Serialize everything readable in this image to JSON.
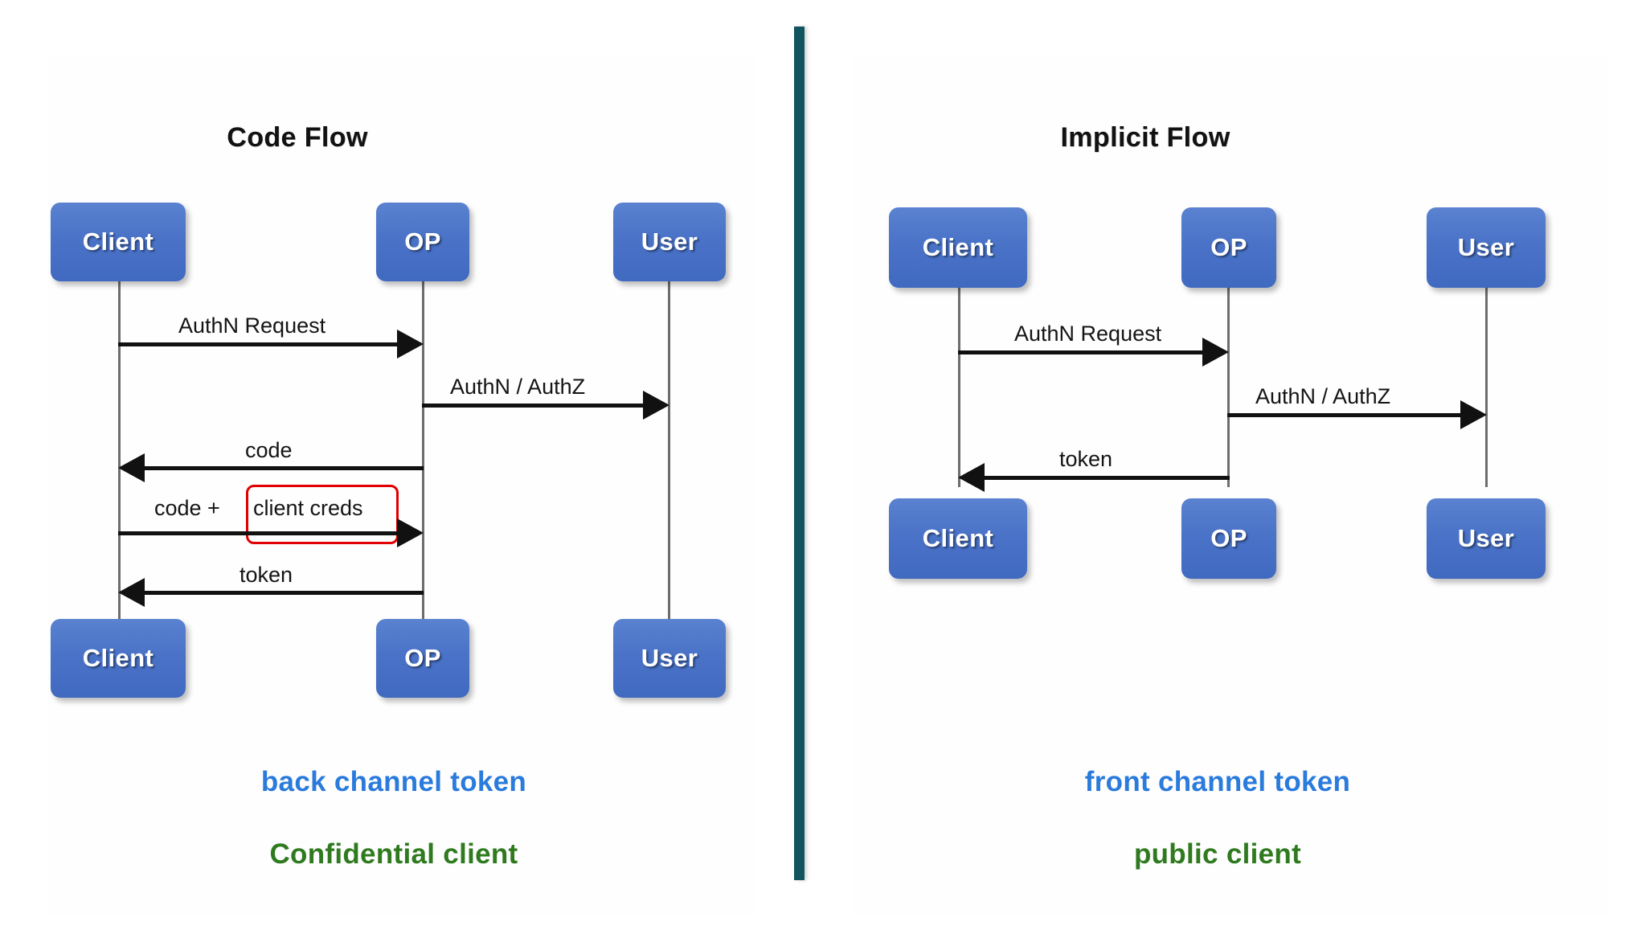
{
  "theme": {
    "background": "#ffffff",
    "divider_color": "#11545f",
    "actor_box_color": "#4a73c8",
    "actor_label_color": "#ffffff",
    "arrow_color": "#111111",
    "lifeline_color": "#6d6d6d",
    "highlight_color": "#e00000",
    "caption_blue": "#2a7bdc",
    "caption_green": "#2f7a1f"
  },
  "diagrams": [
    {
      "id": "code-flow",
      "title": "Code Flow",
      "actors_top": [
        "Client",
        "OP",
        "User"
      ],
      "actors_bottom": [
        "Client",
        "OP",
        "User"
      ],
      "messages": [
        {
          "label": "AuthN Request",
          "from": "Client",
          "to": "OP",
          "direction": "right"
        },
        {
          "label": "AuthN / AuthZ",
          "from": "OP",
          "to": "User",
          "direction": "right"
        },
        {
          "label": "code",
          "from": "OP",
          "to": "Client",
          "direction": "left"
        },
        {
          "label": "code + client creds",
          "from": "Client",
          "to": "OP",
          "direction": "right",
          "highlighted_part": "client creds"
        },
        {
          "label": "token",
          "from": "OP",
          "to": "Client",
          "direction": "left"
        }
      ],
      "message_label_parts": {
        "code_plus_creds_prefix": "code + ",
        "code_plus_creds_highlight": "client creds"
      },
      "captions": [
        {
          "text": "back channel token",
          "color": "blue"
        },
        {
          "text": "Confidential client",
          "color": "green"
        }
      ]
    },
    {
      "id": "implicit-flow",
      "title": "Implicit Flow",
      "actors_top": [
        "Client",
        "OP",
        "User"
      ],
      "actors_bottom": [
        "Client",
        "OP",
        "User"
      ],
      "messages": [
        {
          "label": "AuthN Request",
          "from": "Client",
          "to": "OP",
          "direction": "right"
        },
        {
          "label": "AuthN / AuthZ",
          "from": "OP",
          "to": "User",
          "direction": "right"
        },
        {
          "label": "token",
          "from": "OP",
          "to": "Client",
          "direction": "left"
        }
      ],
      "captions": [
        {
          "text": "front channel token",
          "color": "blue"
        },
        {
          "text": "public client",
          "color": "green"
        }
      ]
    }
  ]
}
